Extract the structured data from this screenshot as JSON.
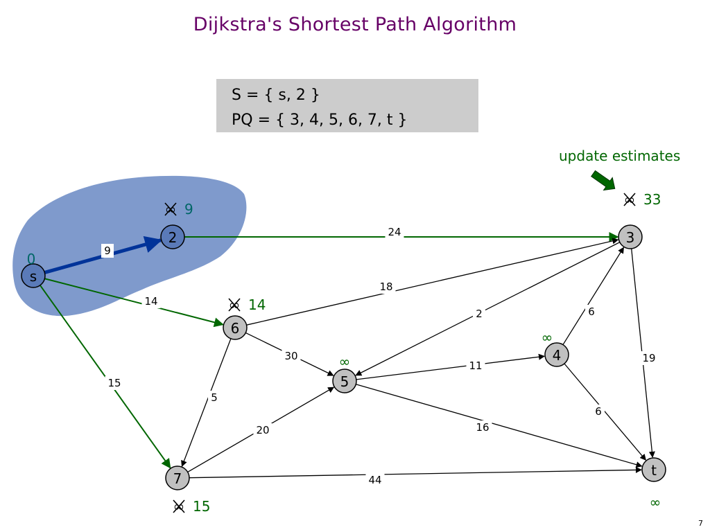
{
  "title": "Dijkstra's Shortest Path Algorithm",
  "set_box": {
    "s_line": "S = { s, 2 }",
    "pq_line": "PQ = { 3, 4, 5, 6, 7, t }"
  },
  "annotation": "update estimates",
  "slide_number": "7",
  "colors": {
    "title": "#660066",
    "highlight_region": "#7f9acc",
    "tree_edge": "#003399",
    "updated_edge": "#006600",
    "node_fill": "#c0c0c0",
    "highlight_node_fill": "#5a7ab8"
  },
  "nodes": [
    {
      "id": "s",
      "label": "s"
    },
    {
      "id": "2",
      "label": "2"
    },
    {
      "id": "3",
      "label": "3"
    },
    {
      "id": "4",
      "label": "4"
    },
    {
      "id": "5",
      "label": "5"
    },
    {
      "id": "6",
      "label": "6"
    },
    {
      "id": "7",
      "label": "7"
    },
    {
      "id": "t",
      "label": "t"
    }
  ],
  "edges": [
    {
      "from": "s",
      "to": "2",
      "weight": "9",
      "style": "tree"
    },
    {
      "from": "s",
      "to": "6",
      "weight": "14",
      "style": "updated"
    },
    {
      "from": "s",
      "to": "7",
      "weight": "15",
      "style": "updated"
    },
    {
      "from": "2",
      "to": "3",
      "weight": "24",
      "style": "updated"
    },
    {
      "from": "6",
      "to": "3",
      "weight": "18",
      "style": "normal"
    },
    {
      "from": "3",
      "to": "5",
      "weight": "2",
      "style": "normal"
    },
    {
      "from": "4",
      "to": "3",
      "weight": "6",
      "style": "normal"
    },
    {
      "from": "3",
      "to": "t",
      "weight": "19",
      "style": "normal"
    },
    {
      "from": "6",
      "to": "5",
      "weight": "30",
      "style": "normal"
    },
    {
      "from": "6",
      "to": "7",
      "weight": "5",
      "style": "normal"
    },
    {
      "from": "5",
      "to": "4",
      "weight": "11",
      "style": "normal"
    },
    {
      "from": "4",
      "to": "t",
      "weight": "6",
      "style": "normal"
    },
    {
      "from": "5",
      "to": "t",
      "weight": "16",
      "style": "normal"
    },
    {
      "from": "7",
      "to": "5",
      "weight": "20",
      "style": "normal"
    },
    {
      "from": "7",
      "to": "t",
      "weight": "44",
      "style": "normal"
    }
  ],
  "estimates": {
    "s": {
      "old": "",
      "new": "0"
    },
    "2": {
      "old": "∞",
      "new": "9"
    },
    "3": {
      "old": "∞",
      "new": "33"
    },
    "4": {
      "old": "",
      "new": "∞"
    },
    "5": {
      "old": "",
      "new": "∞"
    },
    "6": {
      "old": "∞",
      "new": "14"
    },
    "7": {
      "old": "∞",
      "new": "15"
    },
    "t": {
      "old": "",
      "new": "∞"
    }
  }
}
